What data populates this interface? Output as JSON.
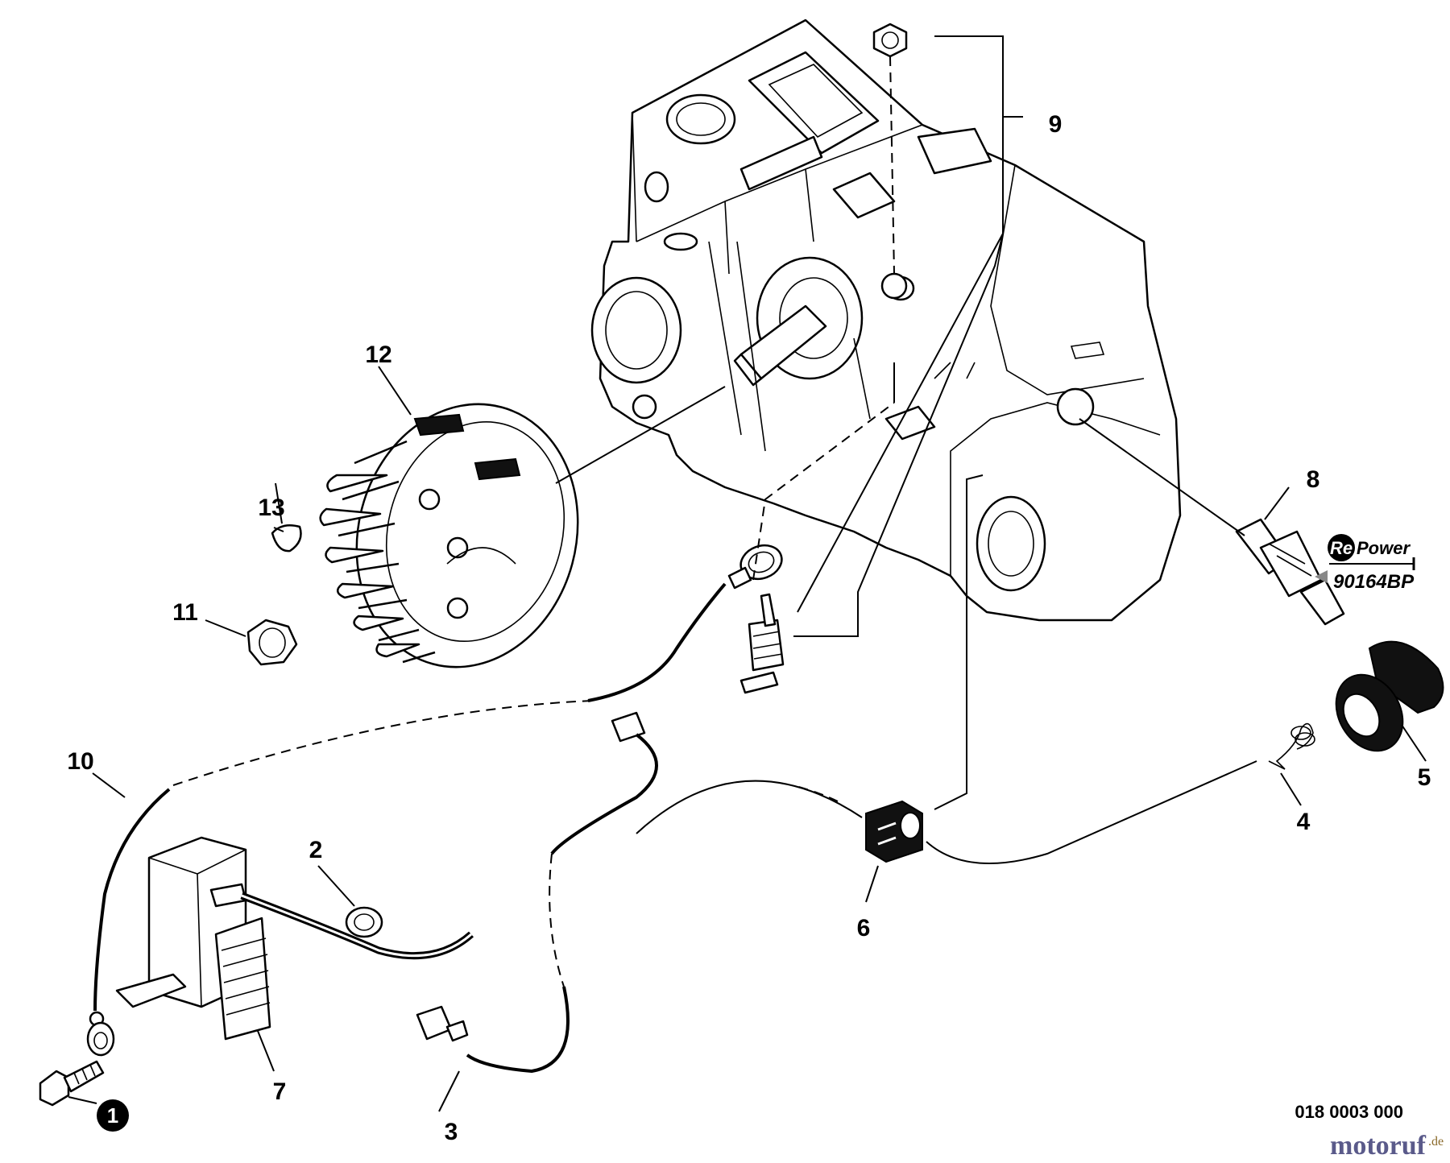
{
  "callouts": {
    "c1": "1",
    "c2": "2",
    "c3": "3",
    "c4": "4",
    "c5": "5",
    "c6": "6",
    "c7": "7",
    "c8": "8",
    "c9": "9",
    "c10": "10",
    "c11": "11",
    "c12": "12",
    "c13": "13"
  },
  "spark_plug_brand": {
    "logo_re": "Re",
    "logo_power": "Power",
    "code": "90164BP"
  },
  "drawing_number": "018 0003 000",
  "watermark": {
    "name": "motoruf",
    "tld": ".de"
  },
  "colors": {
    "line": "#000000",
    "background": "#ffffff",
    "watermark": "#5a5a8a"
  }
}
